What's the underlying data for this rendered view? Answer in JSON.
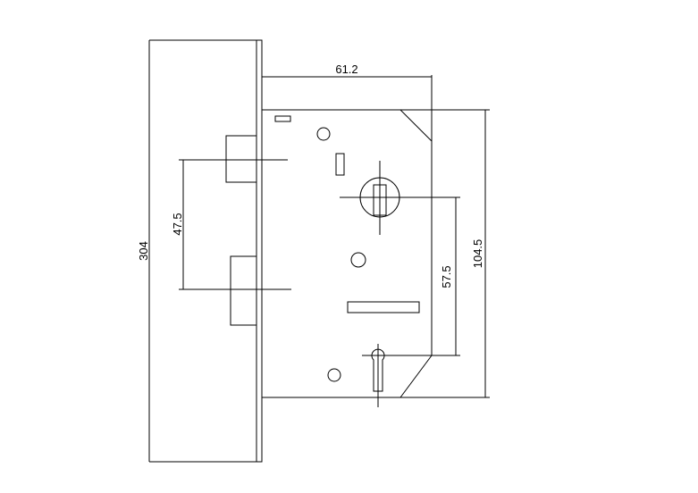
{
  "dimensions": {
    "body_depth": "61.2",
    "faceplate_length": "304",
    "latch_to_deadbolt": "47.5",
    "spindle_to_keyhole": "57.5",
    "body_height": "104.5"
  },
  "colors": {
    "line": "#000000",
    "background": "#ffffff"
  }
}
